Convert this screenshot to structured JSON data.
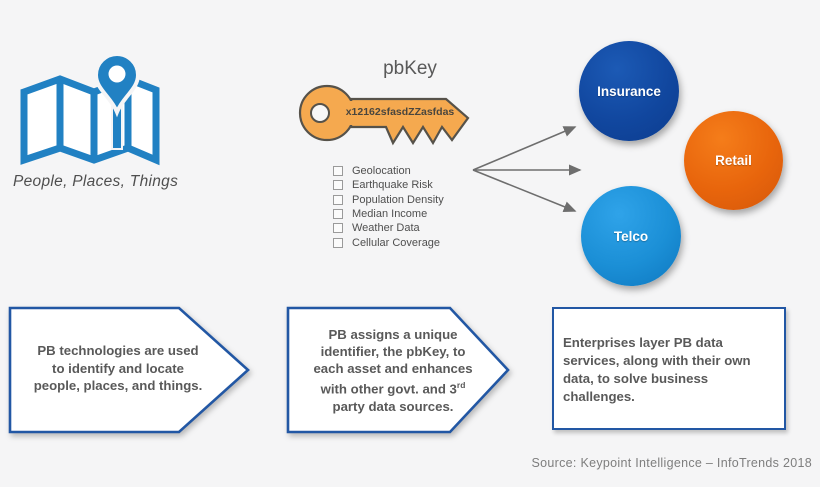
{
  "canvas": {
    "background": "#f5f5f6"
  },
  "left": {
    "caption": "People, Places, Things",
    "map_icon": "map-with-location-pin",
    "map_icon_color": "#2181c3"
  },
  "key": {
    "title": "pbKey",
    "id_text": "x12162sfasdZZasfdas",
    "fill_color": "#f5a94f",
    "outline_color": "#56524a"
  },
  "checklist": {
    "items": [
      "Geolocation",
      "Earthquake Risk",
      "Population Density",
      "Median Income",
      "Weather Data",
      "Cellular Coverage"
    ],
    "checkbox_state": "unchecked"
  },
  "arrows": {
    "color": "#6e6e6e",
    "count": 3
  },
  "industries": {
    "items": [
      {
        "label": "Insurance",
        "color": "#11479f"
      },
      {
        "label": "Retail",
        "color": "#e8650c"
      },
      {
        "label": "Telco",
        "color": "#1b8fd6"
      }
    ]
  },
  "steps": {
    "border_color": "#2257a4",
    "text_color": "#595959",
    "step1": {
      "line1": "PB technologies are used",
      "line2": "to identify and locate",
      "line3": "people, places, and things."
    },
    "step2": {
      "line1": "PB assigns a unique",
      "line2": "identifier, the pbKey, to",
      "line3": "each asset and enhances",
      "line4_pre": "with other govt. and 3",
      "line4_sup": "rd",
      "line5": "party data sources."
    },
    "step3": {
      "line1": "Enterprises layer PB data",
      "line2": "services, along with their own",
      "line3": "data, to solve business",
      "line4": "challenges."
    }
  },
  "footer": {
    "source": "Source: Keypoint Intelligence – InfoTrends 2018"
  }
}
